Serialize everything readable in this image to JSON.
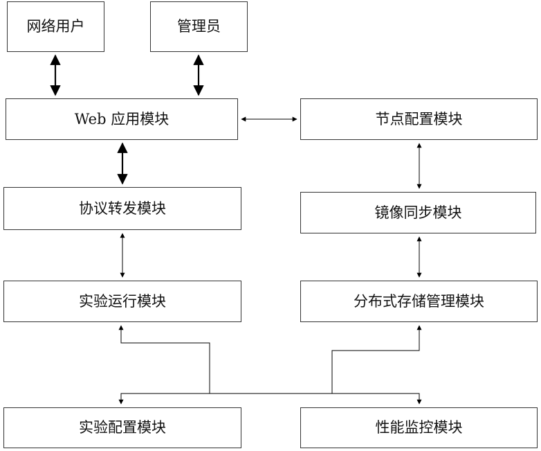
{
  "nodes": {
    "web_user": "网络用户",
    "admin": "管理员",
    "web_app": "Web 应用模块",
    "node_config": "节点配置模块",
    "protocol_forward": "协议转发模块",
    "mirror_sync": "镜像同步模块",
    "experiment_run": "实验运行模块",
    "distributed_storage": "分布式存储管理模块",
    "experiment_config": "实验配置模块",
    "performance_monitor": "性能监控模块"
  },
  "colors": {
    "line": "#000000",
    "border": "#333333",
    "text": "#111111"
  }
}
